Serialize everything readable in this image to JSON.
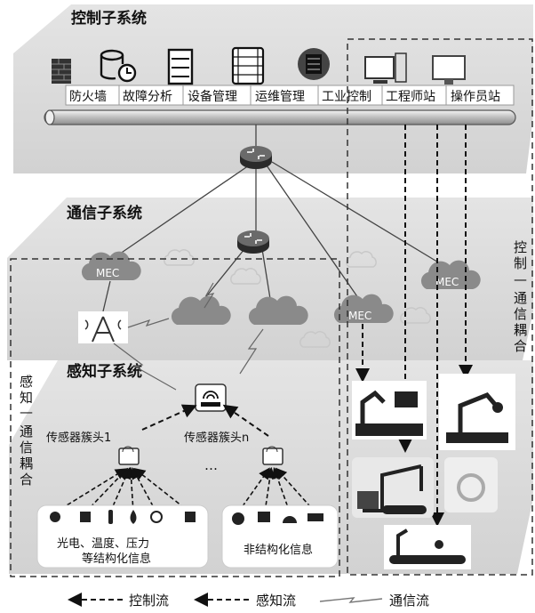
{
  "layers": {
    "control": "控制子系统",
    "comm": "通信子系统",
    "sense": "感知子系统"
  },
  "control_items": [
    "防火墙",
    "故障分析",
    "设备管理",
    "运维管理",
    "工业控制",
    "工程师站",
    "操作员站"
  ],
  "mec_label": "MEC",
  "cluster_head_1": "传感器簇头1",
  "cluster_head_n": "传感器簇头n",
  "ellipsis": "…",
  "structured_info": [
    "光电、温度、压力",
    "等结构化信息"
  ],
  "unstructured_info": "非结构化信息",
  "coupling_left": [
    "感",
    "知",
    "—",
    "通",
    "信",
    "耦",
    "合"
  ],
  "coupling_right": [
    "控",
    "制",
    "—",
    "通",
    "信",
    "耦",
    "合"
  ],
  "legend": {
    "control_flow": "控制流",
    "sense_flow": "感知流",
    "comm_flow": "通信流"
  }
}
